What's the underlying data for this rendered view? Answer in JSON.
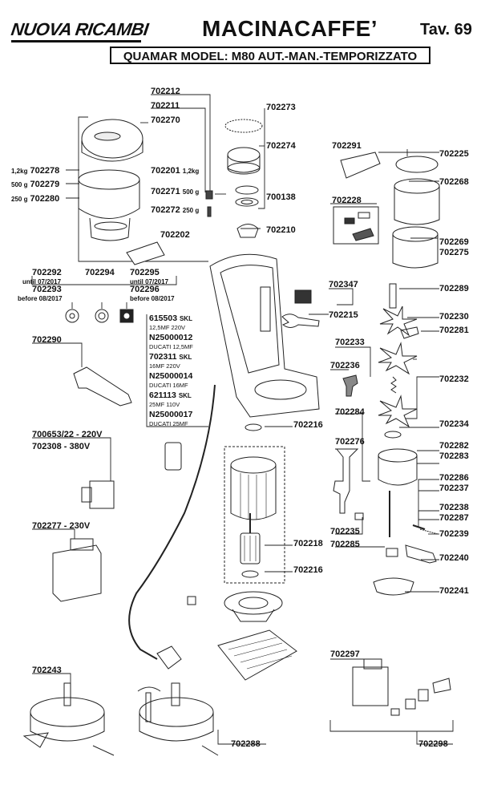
{
  "header": {
    "brand": "NUOVA RICAMBI",
    "title": "MACINACAFFE’",
    "table": "Tav. 69",
    "model": "QUAMAR MODEL: M80 AUT.-MAN.-TEMPORIZZATO"
  },
  "parts": {
    "p702212": "702212",
    "p702211": "702211",
    "p702270": "702270",
    "p702273": "702273",
    "p702274": "702274",
    "p702291": "702291",
    "p702225": "702225",
    "p702268": "702268",
    "p702278": "702278",
    "w702278": "1,2kg",
    "p702279": "702279",
    "w702279": "500 g",
    "p702280": "702280",
    "w702280": "250 g",
    "p702201": "702201",
    "w702201": "1,2kg",
    "p702271": "702271",
    "w702271": "500 g",
    "p702272": "702272",
    "w702272": "250 g",
    "p700138": "700138",
    "p702228": "702228",
    "p702210": "702210",
    "p702269": "702269",
    "p702275": "702275",
    "p702202": "702202",
    "p702292": "702292",
    "n702292": "until 07/2017",
    "p702293": "702293",
    "n702293": "before 08/2017",
    "p702294": "702294",
    "p702295": "702295",
    "n702295": "until 07/2017",
    "p702296": "702296",
    "n702296": "before 08/2017",
    "p702347": "702347",
    "p702289": "702289",
    "p702215": "702215",
    "p702230": "702230",
    "p702281": "702281",
    "p702290": "702290",
    "p702233": "702233",
    "p702236": "702236",
    "p702232": "702232",
    "p702284": "702284",
    "p702234": "702234",
    "p702216a": "702216",
    "p702276": "702276",
    "p702282": "702282",
    "p702283": "702283",
    "p702286": "702286",
    "p702237": "702237",
    "p702238": "702238",
    "p702287": "702287",
    "p702239": "702239",
    "p702235": "702235",
    "p702285": "702285",
    "p702240": "702240",
    "p702218": "702218",
    "p702216b": "702216",
    "p702241": "702241",
    "p700653": "700653/22 - 220V",
    "p702308": "702308 - 380V",
    "p702277": "702277 - 230V",
    "p702297": "702297",
    "p702243": "702243",
    "p702288": "702288",
    "p702298": "702298"
  },
  "capacitors": [
    {
      "code": "615503",
      "suffix": "SKL",
      "desc": "12,5MF 220V"
    },
    {
      "code": "N25000012",
      "suffix": "",
      "desc": "DUCATI 12,5MF"
    },
    {
      "code": "702311",
      "suffix": "SKL",
      "desc": "16MF 220V"
    },
    {
      "code": "N25000014",
      "suffix": "",
      "desc": "DUCATI 16MF"
    },
    {
      "code": "621113",
      "suffix": "SKL",
      "desc": "25MF 110V"
    },
    {
      "code": "N25000017",
      "suffix": "",
      "desc": "DUCATI 25MF"
    }
  ]
}
